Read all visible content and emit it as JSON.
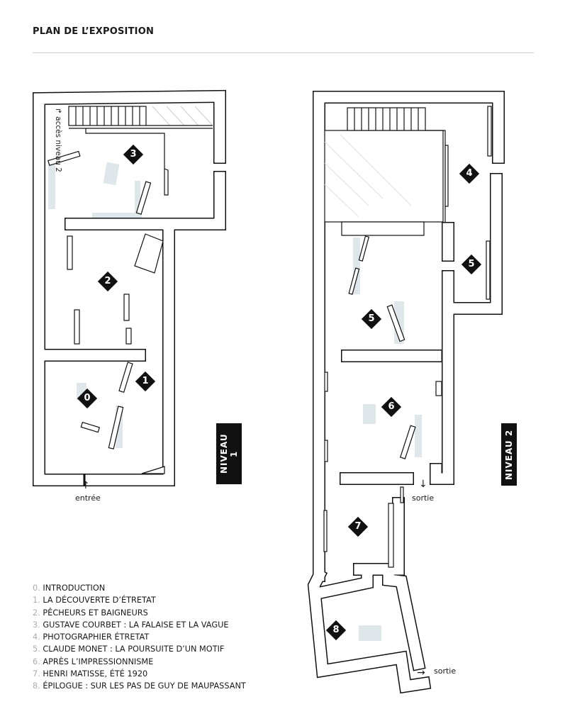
{
  "header": {
    "title": "PLAN DE L’EXPOSITION"
  },
  "levels": {
    "level1": "NIVEAU 1",
    "level2": "NIVEAU 2"
  },
  "annotations": {
    "access_level2_line1": "accès",
    "access_level2_line2": "niveau 2",
    "entrance": "entrée",
    "exit_level2": "sortie",
    "exit_final": "sortie"
  },
  "markers": {
    "m0": "0",
    "m1": "1",
    "m2": "2",
    "m3": "3",
    "m4": "4",
    "m5a": "5",
    "m5b": "5",
    "m6": "6",
    "m7": "7",
    "m8": "8"
  },
  "legend": [
    {
      "num": "0.",
      "label": "INTRODUCTION"
    },
    {
      "num": "1.",
      "label": "LA DÉCOUVERTE D’ÉTRETAT"
    },
    {
      "num": "2.",
      "label": "PÊCHEURS ET BAIGNEURS"
    },
    {
      "num": "3.",
      "label": "GUSTAVE COURBET : LA FALAISE ET LA VAGUE"
    },
    {
      "num": "4.",
      "label": "PHOTOGRAPHIER ÉTRETAT"
    },
    {
      "num": "5.",
      "label": "CLAUDE MONET : LA POURSUITE D’UN MOTIF"
    },
    {
      "num": "6.",
      "label": "APRÈS L’IMPRESSIONNISME"
    },
    {
      "num": "7.",
      "label": "HENRI MATISSE, ÉTÉ 1920"
    },
    {
      "num": "8.",
      "label": "ÉPILOGUE : SUR LES PAS DE GUY DE MAUPASSANT"
    }
  ]
}
